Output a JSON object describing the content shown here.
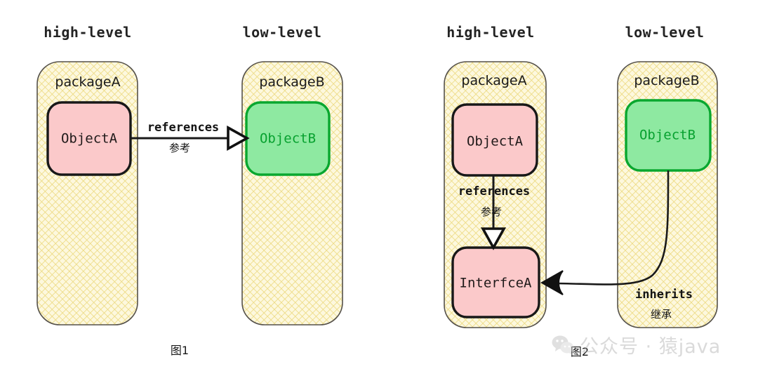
{
  "figures": [
    {
      "id": "figure-1",
      "caption": "图1",
      "columns": [
        {
          "level_label": "high-level",
          "package_label": "packageA"
        },
        {
          "level_label": "low-level",
          "package_label": "packageB"
        }
      ],
      "nodes": [
        {
          "id": "objectA",
          "label": "ObjectA",
          "kind": "class",
          "color": "pink"
        },
        {
          "id": "objectB",
          "label": "ObjectB",
          "kind": "class",
          "color": "green"
        }
      ],
      "edges": [
        {
          "id": "edge-references",
          "from": "objectA",
          "to": "objectB",
          "label_en": "references",
          "label_cn": "参考",
          "arrow": "open-triangle"
        }
      ]
    },
    {
      "id": "figure-2",
      "caption": "图2",
      "columns": [
        {
          "level_label": "high-level",
          "package_label": "packageA"
        },
        {
          "level_label": "low-level",
          "package_label": "packageB"
        }
      ],
      "nodes": [
        {
          "id": "objectA2",
          "label": "ObjectA",
          "kind": "class",
          "color": "pink"
        },
        {
          "id": "interfceA",
          "label": "InterfceA",
          "kind": "interface",
          "color": "pink"
        },
        {
          "id": "objectB2",
          "label": "ObjectB",
          "kind": "class",
          "color": "green"
        }
      ],
      "edges": [
        {
          "id": "edge-references-2",
          "from": "objectA2",
          "to": "interfceA",
          "label_en": "references",
          "label_cn": "参考",
          "arrow": "open-triangle"
        },
        {
          "id": "edge-inherits",
          "from": "objectB2",
          "to": "interfceA",
          "label_en": "inherits",
          "label_cn": "继承",
          "arrow": "solid-triangle"
        }
      ]
    }
  ],
  "watermark": {
    "icon": "wechat-icon",
    "text": "公众号 · 猿java"
  },
  "colors": {
    "background": "#ffffff",
    "package_fill": "#fdf7d9",
    "package_hatch": "#ead77a",
    "package_stroke": "#4a4741",
    "class_pink_fill": "#fbc9ca",
    "class_pink_stroke": "#181818",
    "class_green_fill": "#8ee9a1",
    "class_green_stroke": "#09a72f",
    "class_green_text": "#07a12f",
    "edge_stroke": "#1a1a1a",
    "text": "#1f1f1f",
    "watermark_text": "#a8a8a8"
  }
}
